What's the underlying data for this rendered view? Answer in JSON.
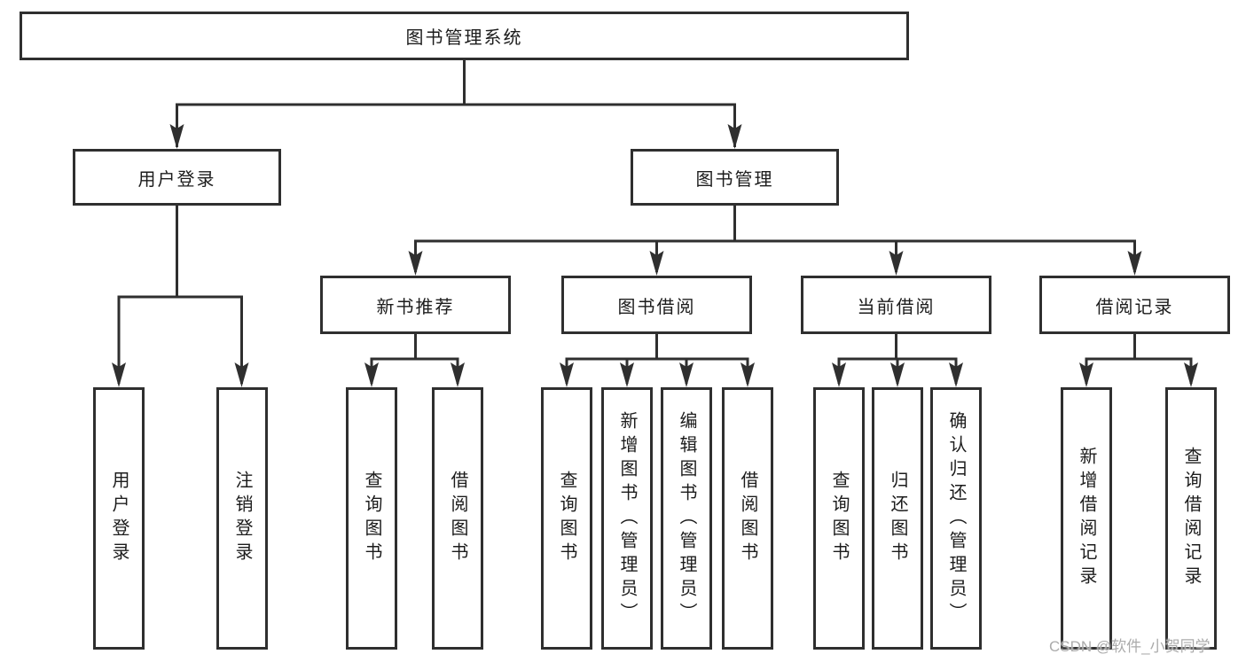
{
  "diagram": {
    "type": "hierarchy-tree",
    "colors": {
      "line": "#2f2f2f",
      "box_border": "#2f2f2f",
      "box_fill": "#ffffff",
      "text": "#1c1c1c",
      "watermark": "#ababab"
    },
    "tree": {
      "label": "图书管理系统",
      "children": [
        {
          "label": "用户登录",
          "children": [
            {
              "label": "用户登录"
            },
            {
              "label": "注销登录"
            }
          ]
        },
        {
          "label": "图书管理",
          "children": [
            {
              "label": "新书推荐",
              "children": [
                {
                  "label": "查询图书"
                },
                {
                  "label": "借阅图书"
                }
              ]
            },
            {
              "label": "图书借阅",
              "children": [
                {
                  "label": "查询图书"
                },
                {
                  "label": "新增图书（管理员）"
                },
                {
                  "label": "编辑图书（管理员）"
                },
                {
                  "label": "借阅图书"
                }
              ]
            },
            {
              "label": "当前借阅",
              "children": [
                {
                  "label": "查询图书"
                },
                {
                  "label": "归还图书"
                },
                {
                  "label": "确认归还（管理员）"
                }
              ]
            },
            {
              "label": "借阅记录",
              "children": [
                {
                  "label": "新增借阅记录"
                },
                {
                  "label": "查询借阅记录"
                }
              ]
            }
          ]
        }
      ]
    }
  },
  "watermark": {
    "text": "CSDN @软件_小贺同学"
  }
}
